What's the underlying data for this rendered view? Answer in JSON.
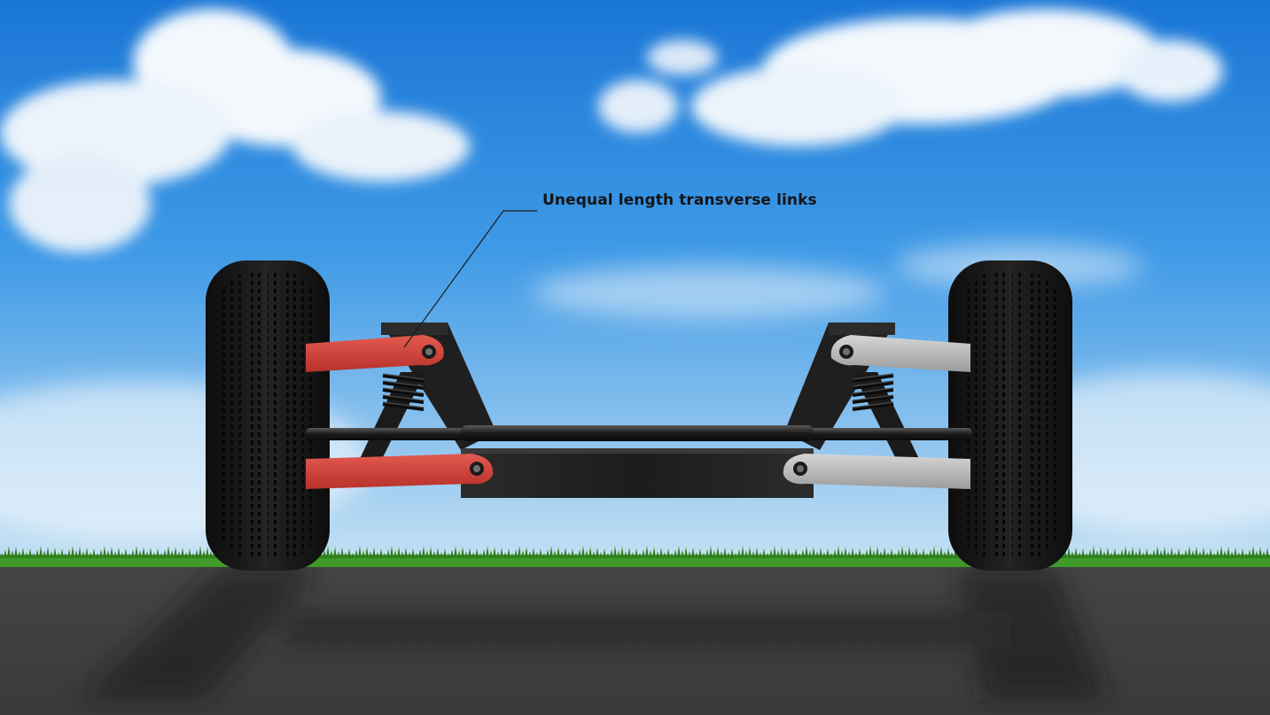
{
  "callout": {
    "label": "Unequal length transverse links"
  },
  "colors": {
    "sky_top": "#1f7fdc",
    "sky_bottom": "#bcdcf2",
    "grass": "#3f9a2a",
    "road": "#3b3b3b",
    "highlighted_link": "#d9483f",
    "plain_link": "#b9b9b9",
    "frame": "#1e1e1e",
    "tire": "#151515"
  },
  "icons": [
    "left-wheel",
    "right-wheel",
    "left-coil-spring",
    "right-coil-spring",
    "tie-rod",
    "cross-member"
  ]
}
